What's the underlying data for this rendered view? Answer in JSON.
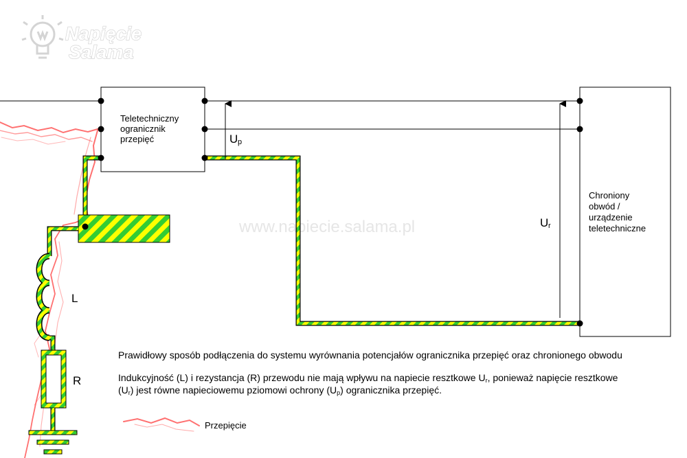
{
  "logo": {
    "line1": "Napięcie",
    "line2": "Salama"
  },
  "watermark": "www.napiecie.salama.pl",
  "spd_box": {
    "line1": "Teletechniczny",
    "line2": "ogranicznik",
    "line3": "przepięć"
  },
  "protected_box": {
    "line1": "Chroniony",
    "line2": "obwód /",
    "line3": "urządzenie",
    "line4": "teletechniczne"
  },
  "labels": {
    "up_main": "U",
    "up_sub": "p",
    "ur_main": "U",
    "ur_sub": "r",
    "inductor": "L",
    "resistor": "R"
  },
  "caption": {
    "line1": "Prawidłowy sposób podłączenia do systemu wyrównania potencjałów ogranicznika przepięć oraz chronionego obwodu",
    "line2_a": "Indukcyjność (L) i rezystancja (R) przewodu nie mają wpływu na napiecie resztkowe  U",
    "line2_sub": "r",
    "line2_b": ", ponieważ napięcie resztkowe",
    "line3_a": "(U",
    "line3_sub1": "r",
    "line3_b": ") jest równe napieciowemu pziomowi ochrony (U",
    "line3_sub2": "p",
    "line3_c": ") ogranicznika przepięć."
  },
  "legend": {
    "label": "Przepięcie"
  },
  "colors": {
    "pe_yellow": "#ffff00",
    "pe_green": "#33cc33",
    "surge": "#ff7070"
  }
}
